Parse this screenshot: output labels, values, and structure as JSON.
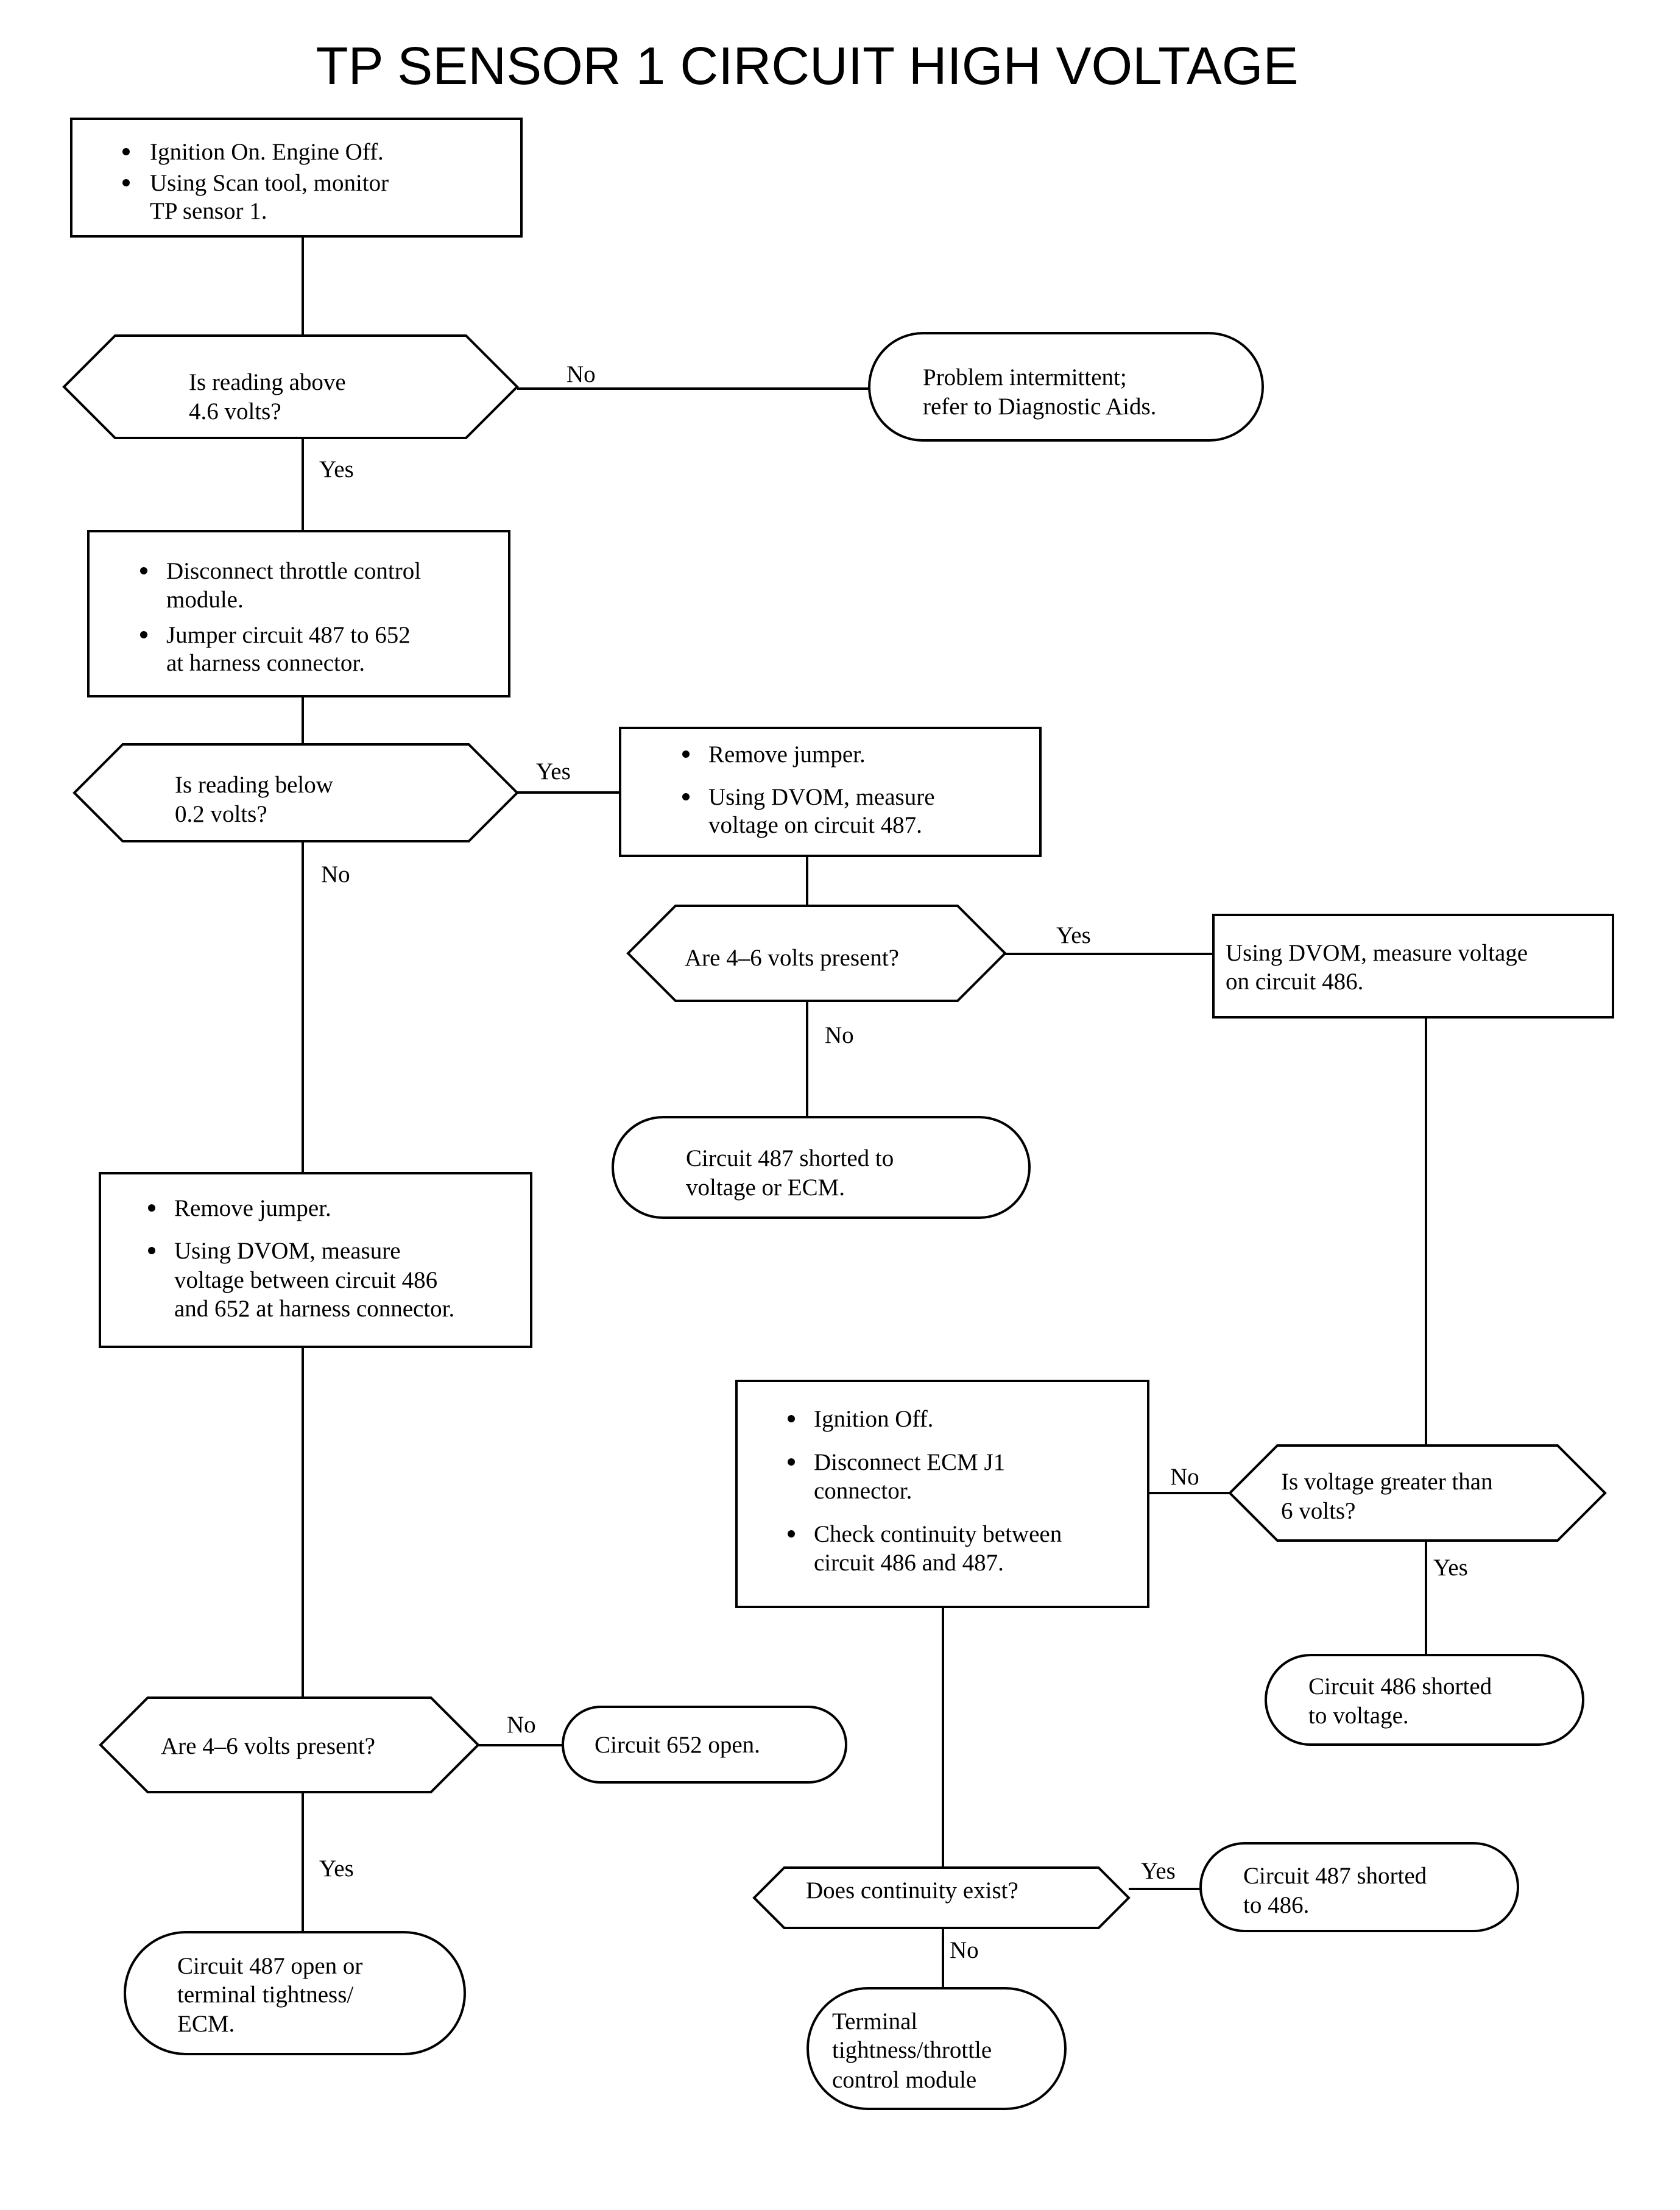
{
  "title": "TP SENSOR 1 CIRCUIT HIGH VOLTAGE",
  "nodes": {
    "start": {
      "lines": [
        "Ignition On. Engine Off.",
        "Using Scan tool, monitor",
        "TP sensor 1."
      ]
    },
    "q_above": {
      "lines": [
        "Is reading above",
        "4.6 volts?"
      ]
    },
    "intermittent": {
      "lines": [
        "Problem intermittent;",
        "refer to Diagnostic Aids."
      ]
    },
    "jumper": {
      "lines": [
        "Disconnect throttle control",
        "module.",
        "Jumper circuit 487 to 652",
        "at harness connector."
      ]
    },
    "q_below": {
      "lines": [
        "Is reading below",
        "0.2 volts?"
      ]
    },
    "remove1": {
      "lines": [
        "Remove jumper.",
        "Using DVOM, measure",
        "voltage on circuit 487."
      ]
    },
    "q_present1": {
      "lines": [
        "Are 4–6 volts present?"
      ]
    },
    "measure486": {
      "lines": [
        "Using DVOM, measure voltage",
        "on circuit 486."
      ]
    },
    "c487_voltage": {
      "lines": [
        "Circuit 487 shorted to",
        "voltage or ECM."
      ]
    },
    "remove2": {
      "lines": [
        "Remove jumper.",
        "Using DVOM, measure",
        "voltage between circuit 486",
        "and 652 at harness connector."
      ]
    },
    "ign_off": {
      "lines": [
        "Ignition Off.",
        "Disconnect ECM J1",
        "connector.",
        "Check continuity between",
        "circuit 486 and 487."
      ]
    },
    "q_greater": {
      "lines": [
        "Is voltage greater than",
        "6 volts?"
      ]
    },
    "c486_voltage": {
      "lines": [
        "Circuit 486 shorted",
        "to voltage."
      ]
    },
    "q_present2": {
      "lines": [
        "Are 4–6 volts present?"
      ]
    },
    "c652_open": {
      "lines": [
        "Circuit 652 open."
      ]
    },
    "q_continuity": {
      "lines": [
        "Does continuity exist?"
      ]
    },
    "c487_486": {
      "lines": [
        "Circuit 487 shorted",
        "to 486."
      ]
    },
    "c487_open": {
      "lines": [
        "Circuit 487 open or",
        "terminal tightness/",
        "ECM."
      ]
    },
    "terminal": {
      "lines": [
        "Terminal",
        "tightness/throttle",
        "control module"
      ]
    }
  },
  "edge_labels": {
    "above_no": "No",
    "above_yes": "Yes",
    "below_yes": "Yes",
    "below_no": "No",
    "present1_yes": "Yes",
    "present1_no": "No",
    "greater_no": "No",
    "greater_yes": "Yes",
    "present2_no": "No",
    "present2_yes": "Yes",
    "continuity_yes": "Yes",
    "continuity_no": "No"
  }
}
